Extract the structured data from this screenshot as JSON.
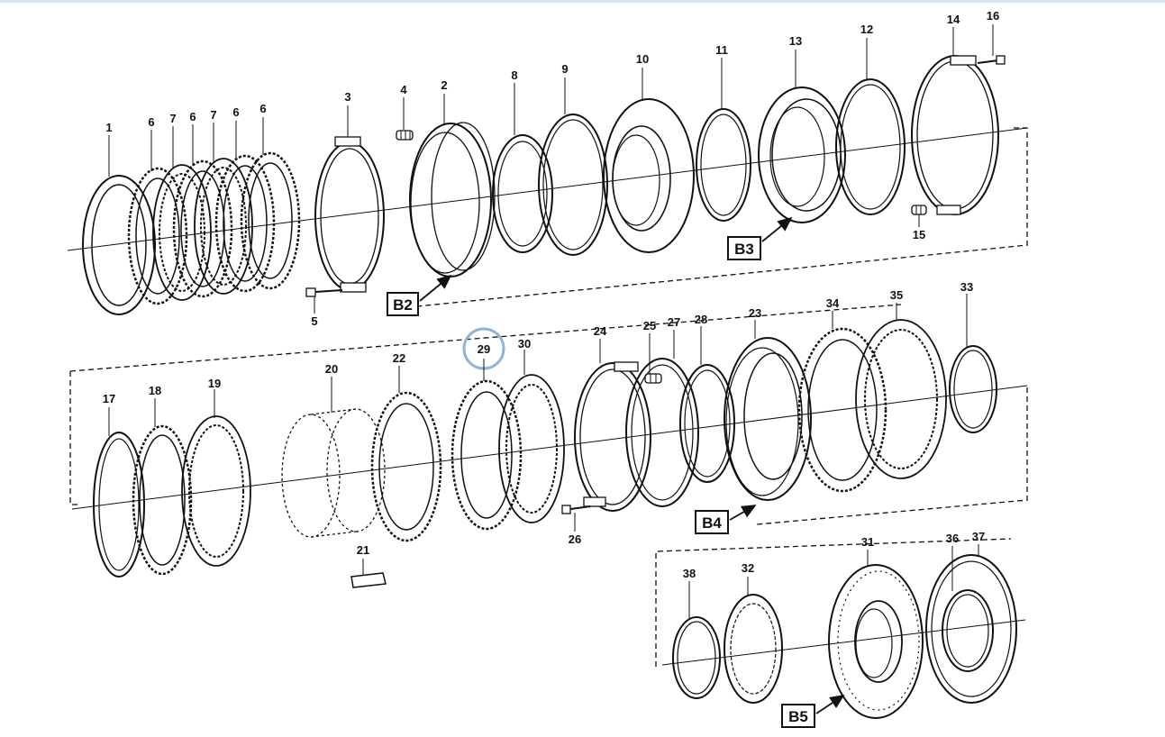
{
  "part_numbers": [
    "1",
    "2",
    "3",
    "4",
    "5",
    "6",
    "6",
    "6",
    "6",
    "7",
    "7",
    "8",
    "9",
    "10",
    "11",
    "12",
    "13",
    "14",
    "15",
    "16",
    "17",
    "18",
    "19",
    "20",
    "21",
    "22",
    "23",
    "24",
    "25",
    "26",
    "27",
    "28",
    "29",
    "30",
    "31",
    "32",
    "33",
    "34",
    "35",
    "36",
    "37",
    "38"
  ],
  "group_labels": [
    "B2",
    "B3",
    "B4",
    "B5"
  ],
  "highlighted_part": "29",
  "colors": {
    "line": "#111111",
    "highlight": "#8fb3d9",
    "background": "#ffffff"
  }
}
